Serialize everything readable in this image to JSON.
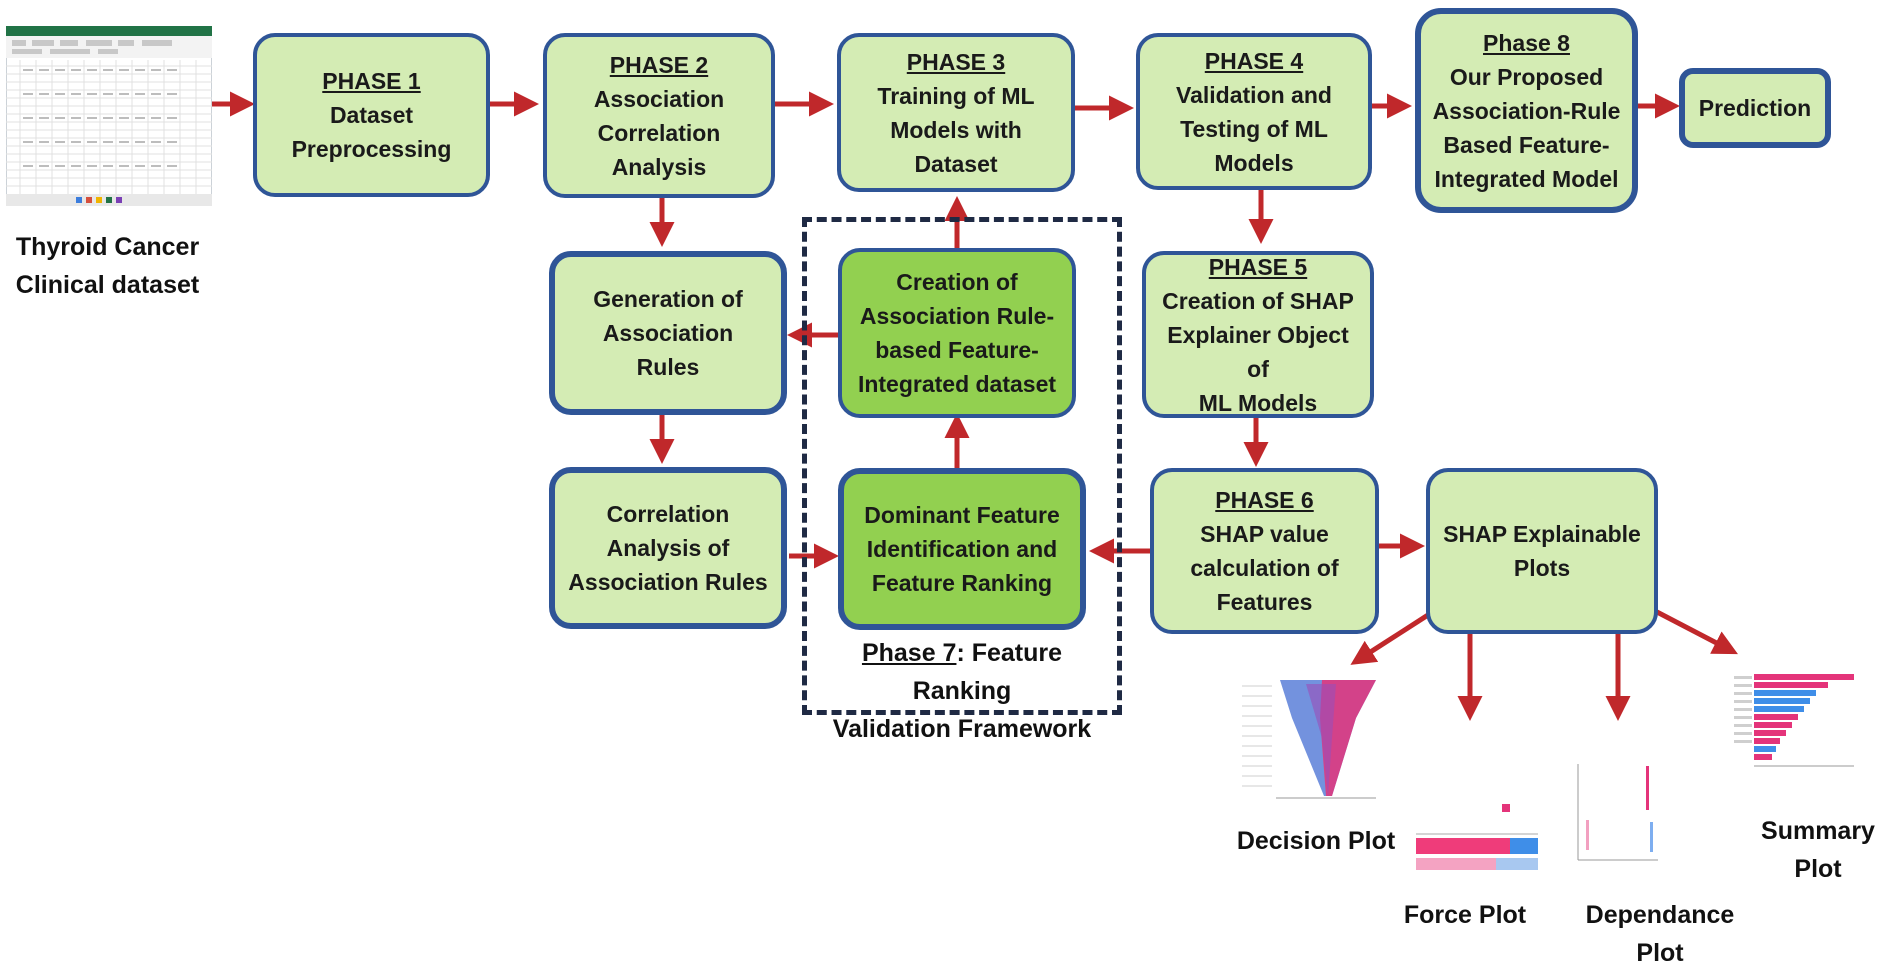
{
  "input": {
    "label_line1": "Thyroid Cancer",
    "label_line2": "Clinical dataset"
  },
  "phase1": {
    "title": "PHASE 1",
    "line1": "Dataset",
    "line2": "Preprocessing"
  },
  "phase2": {
    "title": "PHASE 2",
    "line1": "Association",
    "line2": "Correlation",
    "line3": "Analysis"
  },
  "phase3": {
    "title": "PHASE 3",
    "line1": "Training of ML",
    "line2": "Models with",
    "line3": "Dataset"
  },
  "phase4": {
    "title": "PHASE 4",
    "line1": "Validation and",
    "line2": "Testing of ML",
    "line3": "Models"
  },
  "phase8": {
    "title": "Phase 8",
    "line1": "Our Proposed",
    "line2": "Association-Rule",
    "line3": "Based Feature-",
    "line4": "Integrated Model"
  },
  "prediction": {
    "label": "Prediction"
  },
  "gen_rules": {
    "line1": "Generation of",
    "line2": "Association",
    "line3": "Rules"
  },
  "corr_rules": {
    "line1": "Correlation",
    "line2": "Analysis of",
    "line3": "Association Rules"
  },
  "creation": {
    "line1": "Creation of",
    "line2": "Association Rule-",
    "line3": "based Feature-",
    "line4": "Integrated dataset"
  },
  "dominant": {
    "line1": "Dominant Feature",
    "line2": "Identification and",
    "line3": "Feature Ranking"
  },
  "phase5": {
    "title": "PHASE 5",
    "line1": "Creation of SHAP",
    "line2": "Explainer Object of",
    "line3": "ML Models"
  },
  "phase6": {
    "title": "PHASE 6",
    "line1": "SHAP value",
    "line2": "calculation of",
    "line3": "Features"
  },
  "phase7": {
    "title": "Phase 7",
    "rest": ": Feature Ranking",
    "line2": "Validation Framework"
  },
  "shap_plots": {
    "line1": "SHAP Explainable",
    "line2": "Plots"
  },
  "plots": {
    "decision": "Decision Plot",
    "force": "Force Plot",
    "dependance": "Dependance Plot",
    "summary": "Summary Plot"
  },
  "colors": {
    "box_fill": "#d4ecb4",
    "box_fill_dark": "#92d050",
    "border": "#2f5597",
    "arrow": "#c0282b"
  }
}
